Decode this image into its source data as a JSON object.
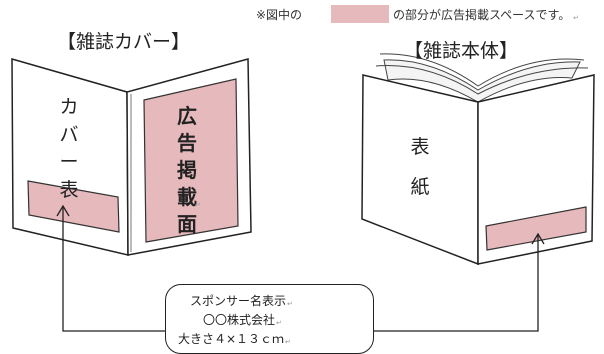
{
  "colors": {
    "ad_space": "#e6b9bc",
    "line": "#222222",
    "cover_face": "#ffffff",
    "back_page": "#f2f2f2"
  },
  "note": {
    "prefix": "※図中の",
    "suffix": "の部分が広告掲載スペースです。",
    "return_mark": "↵"
  },
  "cover": {
    "title": "【雑誌カバー】",
    "left_chars": [
      "カ",
      "バ",
      "ー",
      "表"
    ],
    "ad_chars": [
      "広",
      "告",
      "掲",
      "載",
      "面"
    ],
    "mark": "↵"
  },
  "body_book": {
    "title": "【雑誌本体】",
    "chars": [
      "表",
      "紙"
    ],
    "mark": "↵"
  },
  "callout": {
    "lines": [
      {
        "text": "スポンサー名表示",
        "mark": "↵"
      },
      {
        "text": "〇〇株式会社",
        "mark": "↵"
      },
      {
        "text": "大きさ４×１３ｃｍ",
        "mark": "↵"
      }
    ]
  }
}
